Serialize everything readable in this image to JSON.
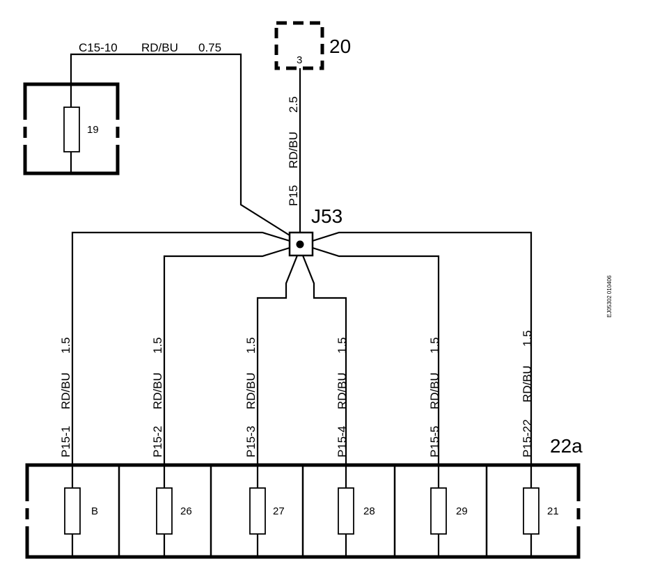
{
  "wires": {
    "fuse19": {
      "code": "C15-10",
      "color": "RD/BU",
      "size": "0.75"
    },
    "main": {
      "code": "P15",
      "color": "RD/BU",
      "size": "2.5"
    },
    "branches": [
      {
        "code": "P15-1",
        "color": "RD/BU",
        "size": "1.5"
      },
      {
        "code": "P15-2",
        "color": "RD/BU",
        "size": "1.5"
      },
      {
        "code": "P15-3",
        "color": "RD/BU",
        "size": "1.5"
      },
      {
        "code": "P15-4",
        "color": "RD/BU",
        "size": "1.5"
      },
      {
        "code": "P15-5",
        "color": "RD/BU",
        "size": "1.5"
      },
      {
        "code": "P15-22",
        "color": "RD/BU",
        "size": "1.5"
      }
    ]
  },
  "components": {
    "fuse19": {
      "label": "19"
    },
    "connector20": {
      "label": "20",
      "pin": "3"
    },
    "junction": {
      "label": "J53"
    },
    "fuse_box": {
      "label": "22a",
      "fuses": [
        {
          "label": "B"
        },
        {
          "label": "26"
        },
        {
          "label": "27"
        },
        {
          "label": "28"
        },
        {
          "label": "29"
        },
        {
          "label": "21"
        }
      ]
    }
  },
  "figure_id": "EJ05302 010406"
}
